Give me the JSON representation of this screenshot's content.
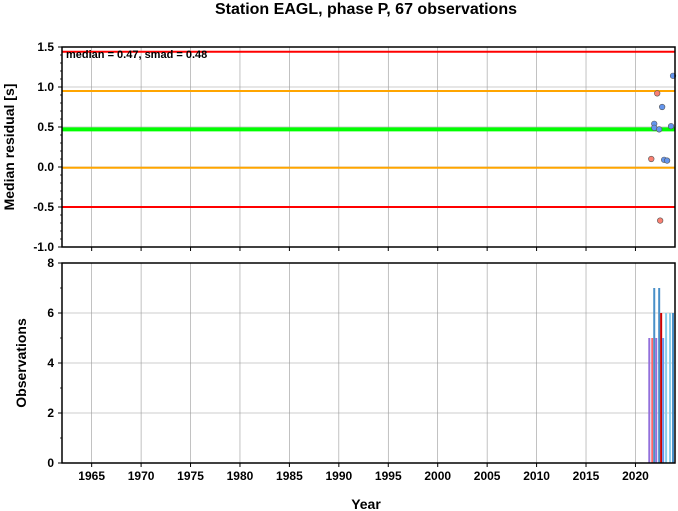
{
  "chart_data": [
    {
      "type": "scatter",
      "title": "Station EAGL, phase P, 67 observations",
      "annotation": "median = 0.47, smad = 0.48",
      "ylabel": "Median residual [s]",
      "xlim": [
        1962,
        2024
      ],
      "ylim": [
        -1.0,
        1.5
      ],
      "yticks": [
        "1.5",
        "1.0",
        "0.5",
        "0.0",
        "-0.5",
        "-1.0"
      ],
      "grid": true,
      "reference_lines": [
        {
          "y": 1.44,
          "color": "#ff0000"
        },
        {
          "y": 0.95,
          "color": "#ffa500"
        },
        {
          "y": 0.47,
          "color": "#00ff00"
        },
        {
          "y": -0.01,
          "color": "#ffa500"
        },
        {
          "y": -0.5,
          "color": "#ff0000"
        }
      ],
      "series": [
        {
          "color": "#6495ed",
          "points": [
            {
              "x": 2021.9,
              "y": 0.54
            },
            {
              "x": 2021.9,
              "y": 0.49
            },
            {
              "x": 2022.4,
              "y": 0.47
            },
            {
              "x": 2022.7,
              "y": 0.75
            },
            {
              "x": 2022.9,
              "y": 0.09
            },
            {
              "x": 2023.2,
              "y": 0.08
            },
            {
              "x": 2023.6,
              "y": 0.51
            },
            {
              "x": 2023.8,
              "y": 1.14
            }
          ]
        },
        {
          "color": "#fa8072",
          "points": [
            {
              "x": 2021.6,
              "y": 0.1
            },
            {
              "x": 2022.2,
              "y": 0.92
            },
            {
              "x": 2022.5,
              "y": -0.67
            }
          ]
        }
      ]
    },
    {
      "type": "bar",
      "xlabel": "Year",
      "ylabel": "Observations",
      "xlim": [
        1962,
        2024
      ],
      "ylim": [
        0,
        8
      ],
      "xticks": [
        "1965",
        "1970",
        "1975",
        "1980",
        "1985",
        "1990",
        "1995",
        "2000",
        "2005",
        "2010",
        "2015",
        "2020"
      ],
      "yticks": [
        "0",
        "2",
        "4",
        "6",
        "8"
      ],
      "grid": true,
      "bars": [
        {
          "x": 2021.4,
          "value": 5,
          "color": "#9370db"
        },
        {
          "x": 2021.7,
          "value": 5,
          "color": "#ff6666"
        },
        {
          "x": 2021.9,
          "value": 7,
          "color": "#4a90c8"
        },
        {
          "x": 2022.1,
          "value": 5,
          "color": "#9370db"
        },
        {
          "x": 2022.4,
          "value": 7,
          "color": "#4a90c8"
        },
        {
          "x": 2022.6,
          "value": 6,
          "color": "#cc0000"
        },
        {
          "x": 2022.8,
          "value": 5,
          "color": "#6495ed"
        },
        {
          "x": 2023.1,
          "value": 6,
          "color": "#87ceeb"
        },
        {
          "x": 2023.5,
          "value": 6,
          "color": "#87ceeb"
        },
        {
          "x": 2023.8,
          "value": 6,
          "color": "#4a90c8"
        }
      ]
    }
  ]
}
